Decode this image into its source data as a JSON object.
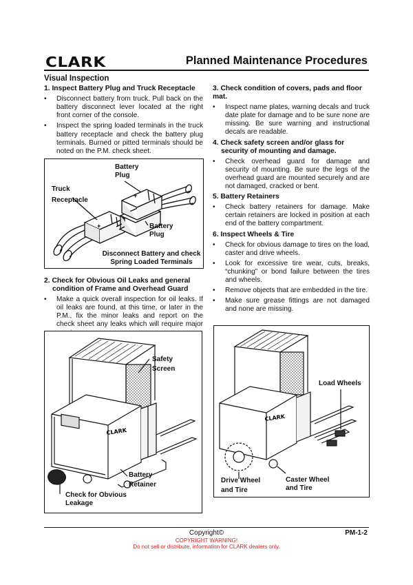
{
  "header": {
    "logo": "CLARK",
    "title": "Planned Maintenance Procedures"
  },
  "left": {
    "section_title": "Visual Inspection",
    "item1": {
      "heading": "1. Inspect Battery Plug and Truck Receptacle",
      "bullets": [
        "Disconnect battery from truck. Pull back on the battery disconnect lever located at the right front corner of the console.",
        "Inspect the spring loaded terminals in the truck battery receptacle and check the battery plug terminals. Burned or pitted terminals should be noted on the P.M. check sheet."
      ]
    },
    "item2": {
      "heading": "2. Check for Obvious Oil Leaks and general condition of Frame and Overhead Guard",
      "bullets": [
        "Make a quick overall inspection for oil leaks. If oil leaks are found, at this time, or later in the P.M., fix the minor leaks and report on the check sheet any leaks which will require major repair."
      ]
    }
  },
  "right": {
    "item3": {
      "heading": "3. Check condition of covers, pads and floor mat.",
      "bullets": [
        "Inspect name plates, warning decals and truck date plate for damage and to be sure none are missing. Be sure warning and instructional decals are readable."
      ]
    },
    "item4": {
      "heading": "4. Check safety screen and/or glass for security of mounting and damage.",
      "bullets": [
        "Check overhead guard for damage and security of mounting. Be sure the legs of the overhead guard are mounted securely and are not damaged, cracked or bent."
      ]
    },
    "item5": {
      "heading": "5. Battery Retainers",
      "bullets": [
        "Check battery retainers for damage. Make certain retainers are locked in position at each end of the battery compartment."
      ]
    },
    "item6": {
      "heading": "6. Inspect Wheels & Tire",
      "bullets": [
        "Check for obvious damage to tires on the load, caster and drive wheels.",
        "Look for excessive tire wear, cuts, breaks, “chunking” or bond failure between the tires and wheels.",
        "Remove objects that are embedded in the tire.",
        "Make sure grease fittings are not damaged and none are missing."
      ]
    }
  },
  "figure1": {
    "label_battery_plug_top": "Battery\nPlug",
    "label_truck_receptacle": "Truck\nReceptacle",
    "label_battery_plug_bottom": "Battery\nPlug",
    "caption": "Disconnect Battery and check\nSpring Loaded Terminals",
    "plug_mark": "+"
  },
  "figure2": {
    "label_safety_screen": "Safety\nScreen",
    "label_battery_retainer": "Battery\nRetainer",
    "label_leakage": "Check for Obvious\nLeakage",
    "truck_brand": "CLARK"
  },
  "figure3": {
    "label_load_wheels": "Load Wheels",
    "label_drive_wheel": "Drive Wheel\nand Tire",
    "label_caster_wheel": "Caster Wheel\nand Tire",
    "truck_brand": "CLARK"
  },
  "footer": {
    "copyright": "Copyright©",
    "page_number": "PM-1-2",
    "warning_line1": "COPYRIGHT WARNING!",
    "warning_line2": "Do not sell or distribute, information for CLARK dealers only."
  },
  "colors": {
    "text": "#111111",
    "warning": "#d62020"
  }
}
